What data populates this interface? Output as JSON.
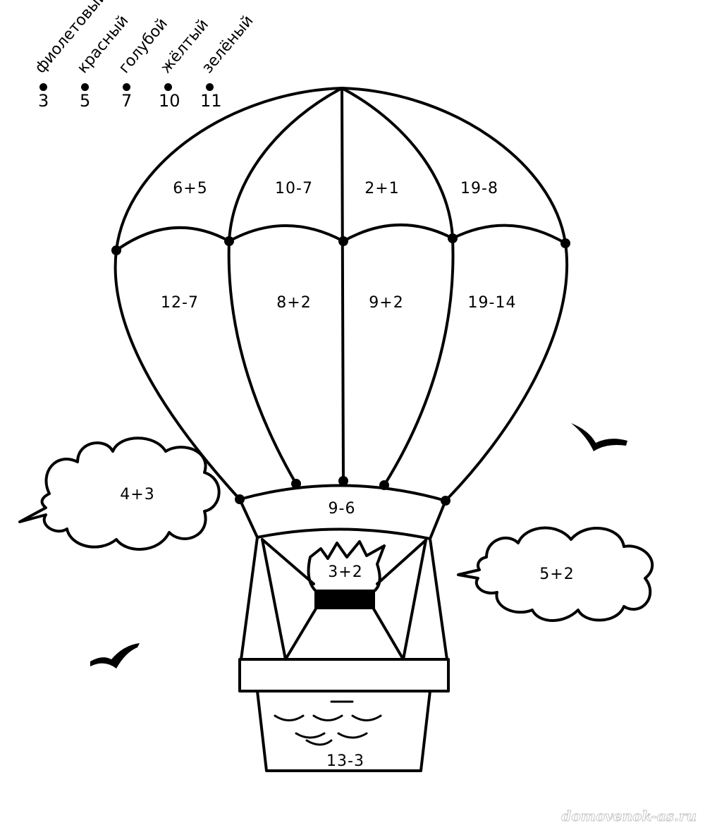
{
  "legend": [
    {
      "color_name": "фиолетовый",
      "number": "3",
      "color": "#8a2be2"
    },
    {
      "color_name": "красный",
      "number": "5",
      "color": "#e02020"
    },
    {
      "color_name": "голубой",
      "number": "7",
      "color": "#4fb7f0"
    },
    {
      "color_name": "жёлтый",
      "number": "10",
      "color": "#f5d800"
    },
    {
      "color_name": "зелёный",
      "number": "11",
      "color": "#2ea02e"
    }
  ],
  "regions": {
    "top_1": "6+5",
    "top_2": "10-7",
    "top_3": "2+1",
    "top_4": "19-8",
    "mid_1": "12-7",
    "mid_2": "8+2",
    "mid_3": "9+2",
    "mid_4": "19-14",
    "band": "9-6",
    "flame": "3+2",
    "basket": "13-3",
    "cloud_left": "4+3",
    "cloud_right": "5+2"
  },
  "watermark": "domovenok-as.ru"
}
